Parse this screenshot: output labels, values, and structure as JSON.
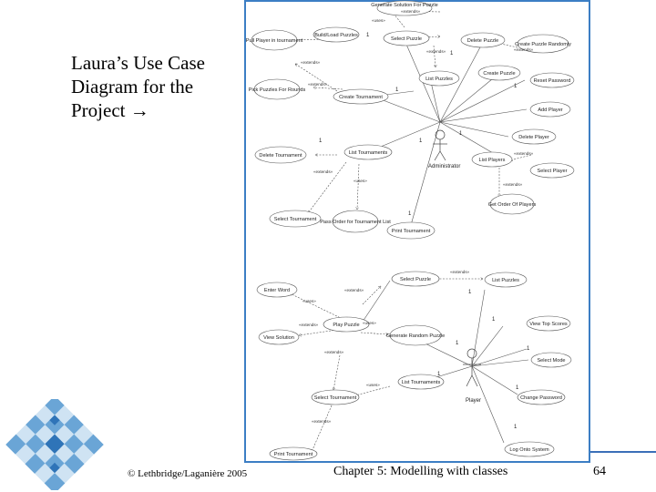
{
  "slide": {
    "title_lines": [
      "Laura’s Use Case",
      "Diagram for the",
      "Project "
    ],
    "title_arrow": "→",
    "copyright": "© Lethbridge/Laganière 2005",
    "chapter": "Chapter 5: Modelling with classes",
    "page_number": "64"
  },
  "diagram_top": {
    "use_cases": [
      "Generate Solution For Puzzle",
      "Pull Player in tournament",
      "Build/Load Puzzles",
      "Select Puzzle",
      "Delete Puzzle",
      "Create Puzzle Randomly",
      "Pick Puzzles For Rounds",
      "Create Tournament",
      "List Puzzles",
      "Create Puzzle",
      "Reset Password",
      "Add Player",
      "Delete Player",
      "Delete Tournament",
      "List Tournaments",
      "List Players",
      "Select Player",
      "Select Tournament",
      "Pass Order for Tournament List",
      "Print Tournament",
      "Get Order Of Players"
    ],
    "actor": "Administrator",
    "stereotypes": {
      "extends": "«extends»",
      "uses": "«uses»"
    },
    "multiplicity": "1"
  },
  "diagram_bottom": {
    "use_cases": [
      "Select Puzzle",
      "List Puzzles",
      "Enter Word",
      "Play Puzzle",
      "Generate Random Puzzle",
      "View Solution",
      "List Tournaments",
      "Select Tournament",
      "Print Tournament",
      "View Top Scores",
      "Select Mode",
      "Change Password",
      "Log Onto System"
    ],
    "actor": "Player",
    "stereotypes": {
      "extends": "«extends»",
      "uses": "«uses»"
    },
    "multiplicity": "1"
  }
}
